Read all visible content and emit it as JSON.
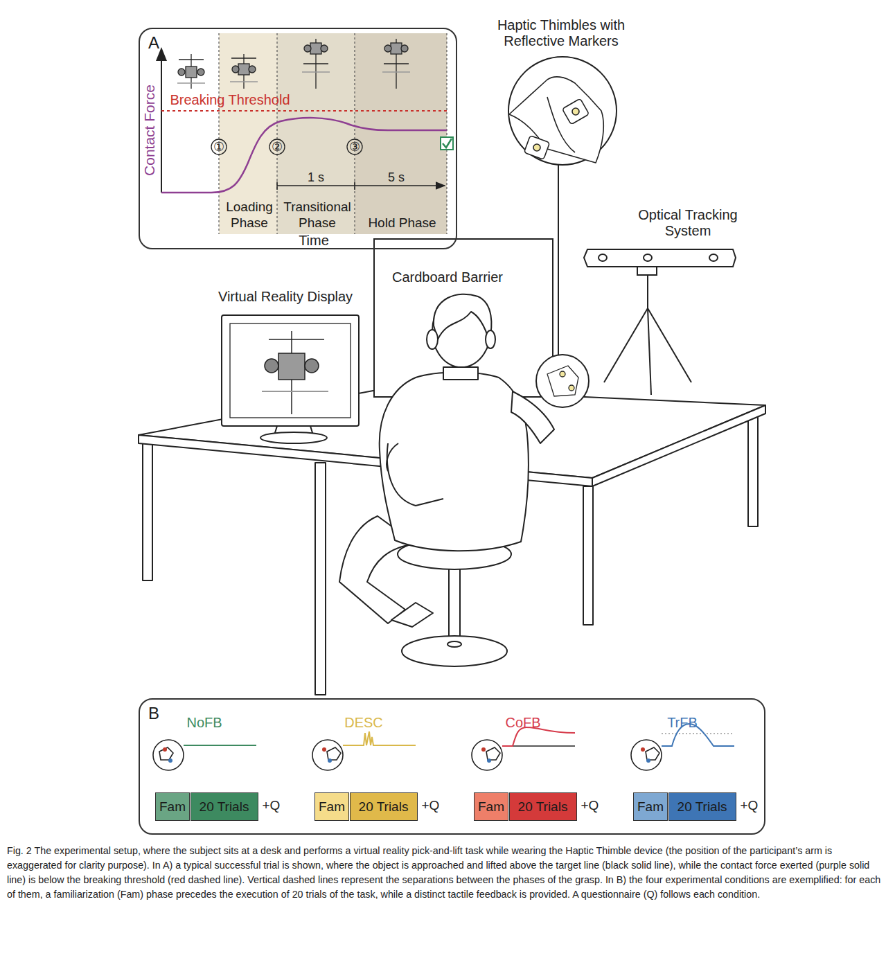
{
  "diagram": {
    "caption": "Fig. 2 The experimental setup, where the subject sits at a desk and performs a virtual reality pick-and-lift task while wearing the Haptic Thimble device (the position of the participant’s arm is exaggerated for clarity purpose). In A) a typical successful trial is shown, where the object is approached and lifted above the target line (black solid line), while the contact force exerted (purple solid line) is below the breaking threshold (red dashed line). Vertical dashed lines represent the separations between the phases of the grasp. In B) the four experimental conditions are exemplified: for each of them, a familiarization (Fam) phase precedes the execution of 20 trials of the task, while a distinct tactile feedback is provided. A questionnaire (Q) follows each condition.",
    "nodes": [
      {
        "text": [
          "A"
        ]
      },
      {
        "text": [
          "B"
        ]
      },
      {
        "text": [
          "Loading Phase"
        ],
        "in": 0
      },
      {
        "text": [
          "Transitional Phase"
        ],
        "in": 0
      },
      {
        "text": [
          "Hold Phase"
        ],
        "in": 0
      },
      {
        "text": [
          "Fam"
        ],
        "in": 1
      },
      {
        "text": [
          "20 Trials"
        ],
        "in": 1
      },
      {
        "text": [
          "Fam"
        ],
        "in": 1
      },
      {
        "text": [
          "20 Trials"
        ],
        "in": 1
      },
      {
        "text": [
          "Fam"
        ],
        "in": 1
      },
      {
        "text": [
          "20 Trials"
        ],
        "in": 1
      },
      {
        "text": [
          "Fam"
        ],
        "in": 1
      },
      {
        "text": [
          "20 Trials"
        ],
        "in": 1
      }
    ],
    "labels": [
      "Contact Force",
      "Breaking Threshold",
      "①",
      "②",
      "③",
      "1 s",
      "5 s",
      "Time",
      "Haptic Thimbles with Reflective Markers",
      "Optical Tracking System",
      "Virtual Reality Display",
      "Cardboard Barrier",
      "NoFB",
      "DESC",
      "CoFB",
      "TrFB",
      "+Q",
      "+Q",
      "+Q",
      "+Q"
    ]
  }
}
